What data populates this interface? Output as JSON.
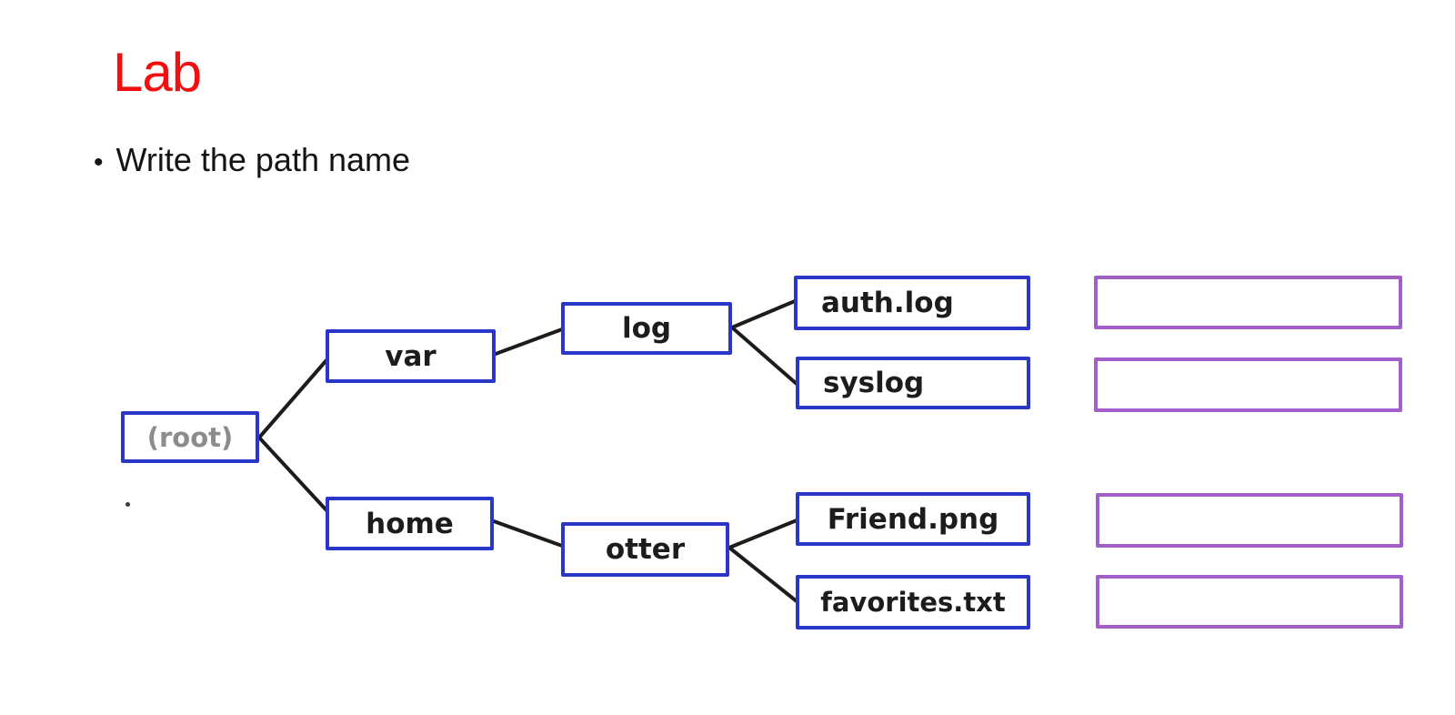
{
  "slide": {
    "title": "Lab",
    "bullet": "Write the path name"
  },
  "colors": {
    "title_red": "#f10f0f",
    "node_border_blue": "#2936c8",
    "answer_border_purple": "#a15fc9",
    "edge_black": "#1c1c1c",
    "root_text_gray": "#8c8c8c",
    "text_black": "#1c1c1c",
    "background": "#ffffff"
  },
  "tree": {
    "nodes": [
      {
        "id": "root",
        "label": "(root)"
      },
      {
        "id": "var",
        "label": "var"
      },
      {
        "id": "log",
        "label": "log"
      },
      {
        "id": "auth-log",
        "label": "auth.log"
      },
      {
        "id": "syslog",
        "label": "syslog"
      },
      {
        "id": "home",
        "label": "home"
      },
      {
        "id": "otter",
        "label": "otter"
      },
      {
        "id": "friend-png",
        "label": "Friend.png"
      },
      {
        "id": "favorites-txt",
        "label": "favorites.txt"
      }
    ],
    "edges": [
      [
        "root",
        "var"
      ],
      [
        "root",
        "home"
      ],
      [
        "var",
        "log"
      ],
      [
        "log",
        "auth-log"
      ],
      [
        "log",
        "syslog"
      ],
      [
        "home",
        "otter"
      ],
      [
        "otter",
        "friend-png"
      ],
      [
        "otter",
        "favorites-txt"
      ]
    ]
  },
  "answers": {
    "values": [
      "",
      "",
      "",
      ""
    ]
  }
}
